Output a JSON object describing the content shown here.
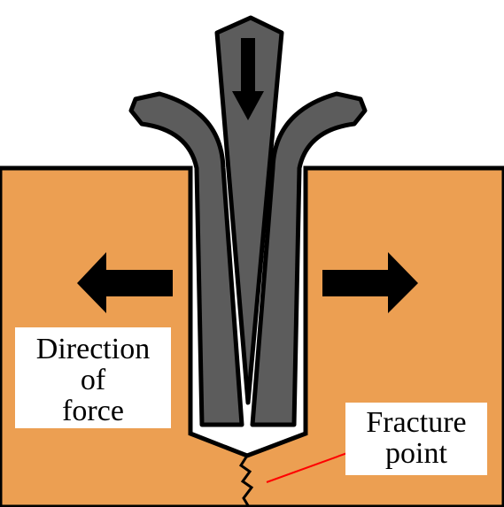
{
  "labels": {
    "direction_of_force": [
      "Direction",
      "of",
      "force"
    ],
    "fracture_point": [
      "Fracture",
      "point"
    ]
  },
  "colors": {
    "rock": "#ec9f52",
    "wedge": "#5c5c5c",
    "outline": "#000000",
    "fracture_line": "#ff0000",
    "background": "#ffffff"
  },
  "icons": {
    "force_down": "arrow-down-icon",
    "force_left": "arrow-left-icon",
    "force_right": "arrow-right-icon"
  }
}
